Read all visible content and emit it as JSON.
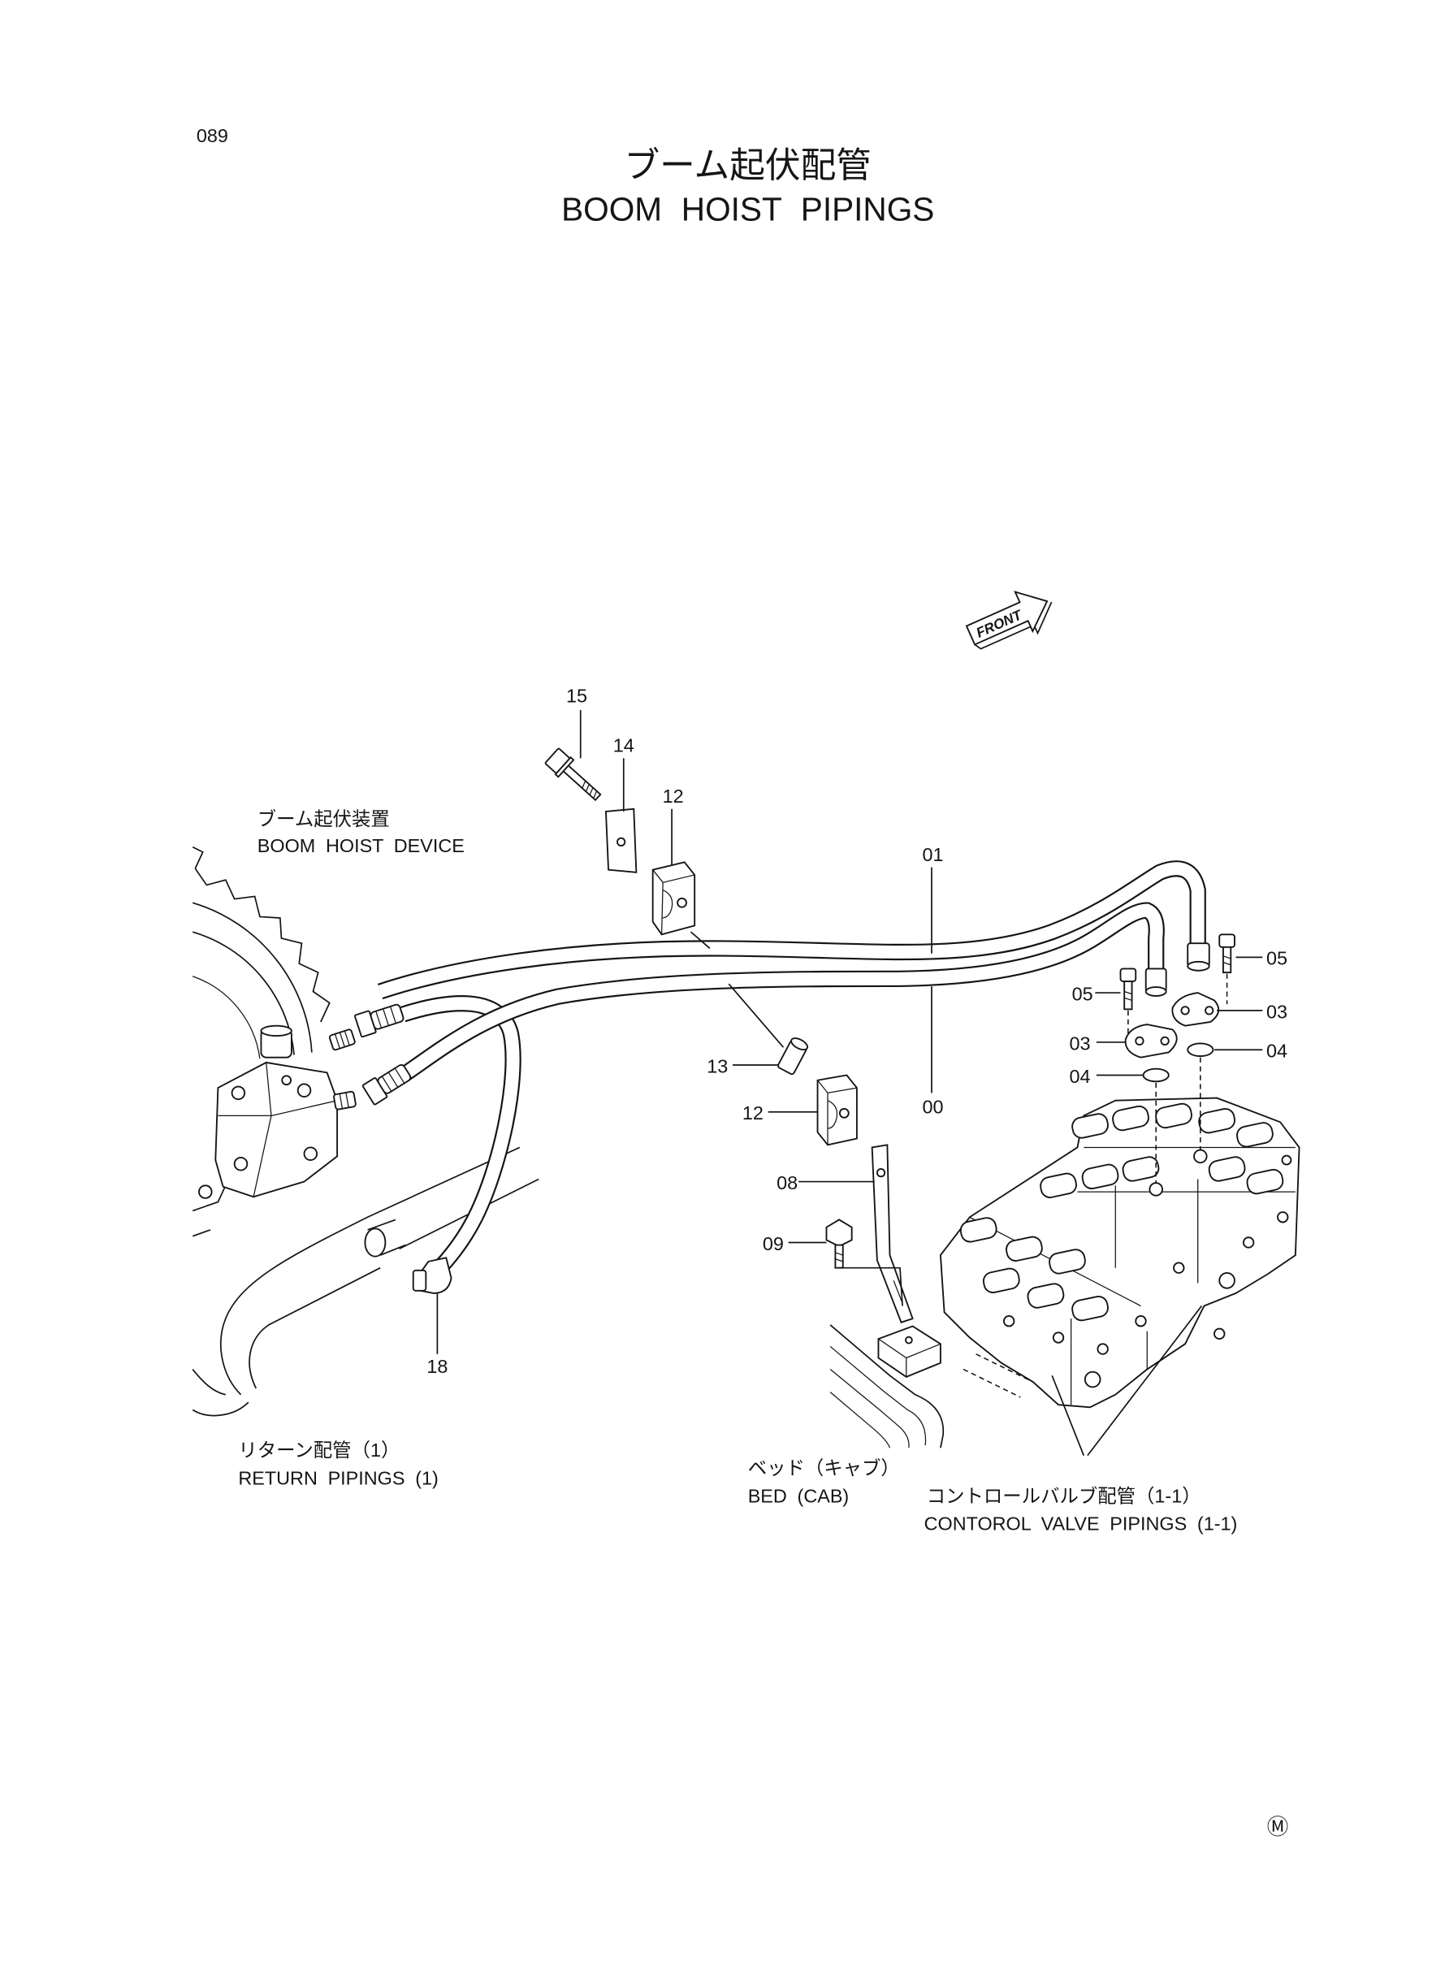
{
  "page_number": "089",
  "title": {
    "ja": "ブーム起伏配管",
    "en": "BOOM HOIST PIPINGS"
  },
  "front_arrow_label": "FRONT",
  "references": {
    "boom_hoist_device": {
      "ja": "ブーム起伏装置",
      "en": "BOOM HOIST DEVICE"
    },
    "return_pipings": {
      "ja": "リターン配管（1）",
      "en": "RETURN PIPINGS (1)"
    },
    "bed_cab": {
      "ja": "ベッド（キャブ）",
      "en": "BED (CAB)"
    },
    "control_valve_pipings": {
      "ja": "コントロールバルブ配管（1-1）",
      "en": "CONTOROL VALVE PIPINGS (1-1)"
    }
  },
  "part_numbers": {
    "bolt_top": "15",
    "plate": "14",
    "clamp_upper": "12",
    "hose_upper": "01",
    "bolt_right": "05",
    "bolt_left": "05",
    "flange_right": "03",
    "flange_left": "03",
    "oring_right": "04",
    "oring_left": "04",
    "spacer": "13",
    "hose_lower": "00",
    "clamp_lower": "12",
    "bracket": "08",
    "bolt_bracket": "09",
    "return_hose": "18"
  },
  "corner_mark": "Ⓜ"
}
